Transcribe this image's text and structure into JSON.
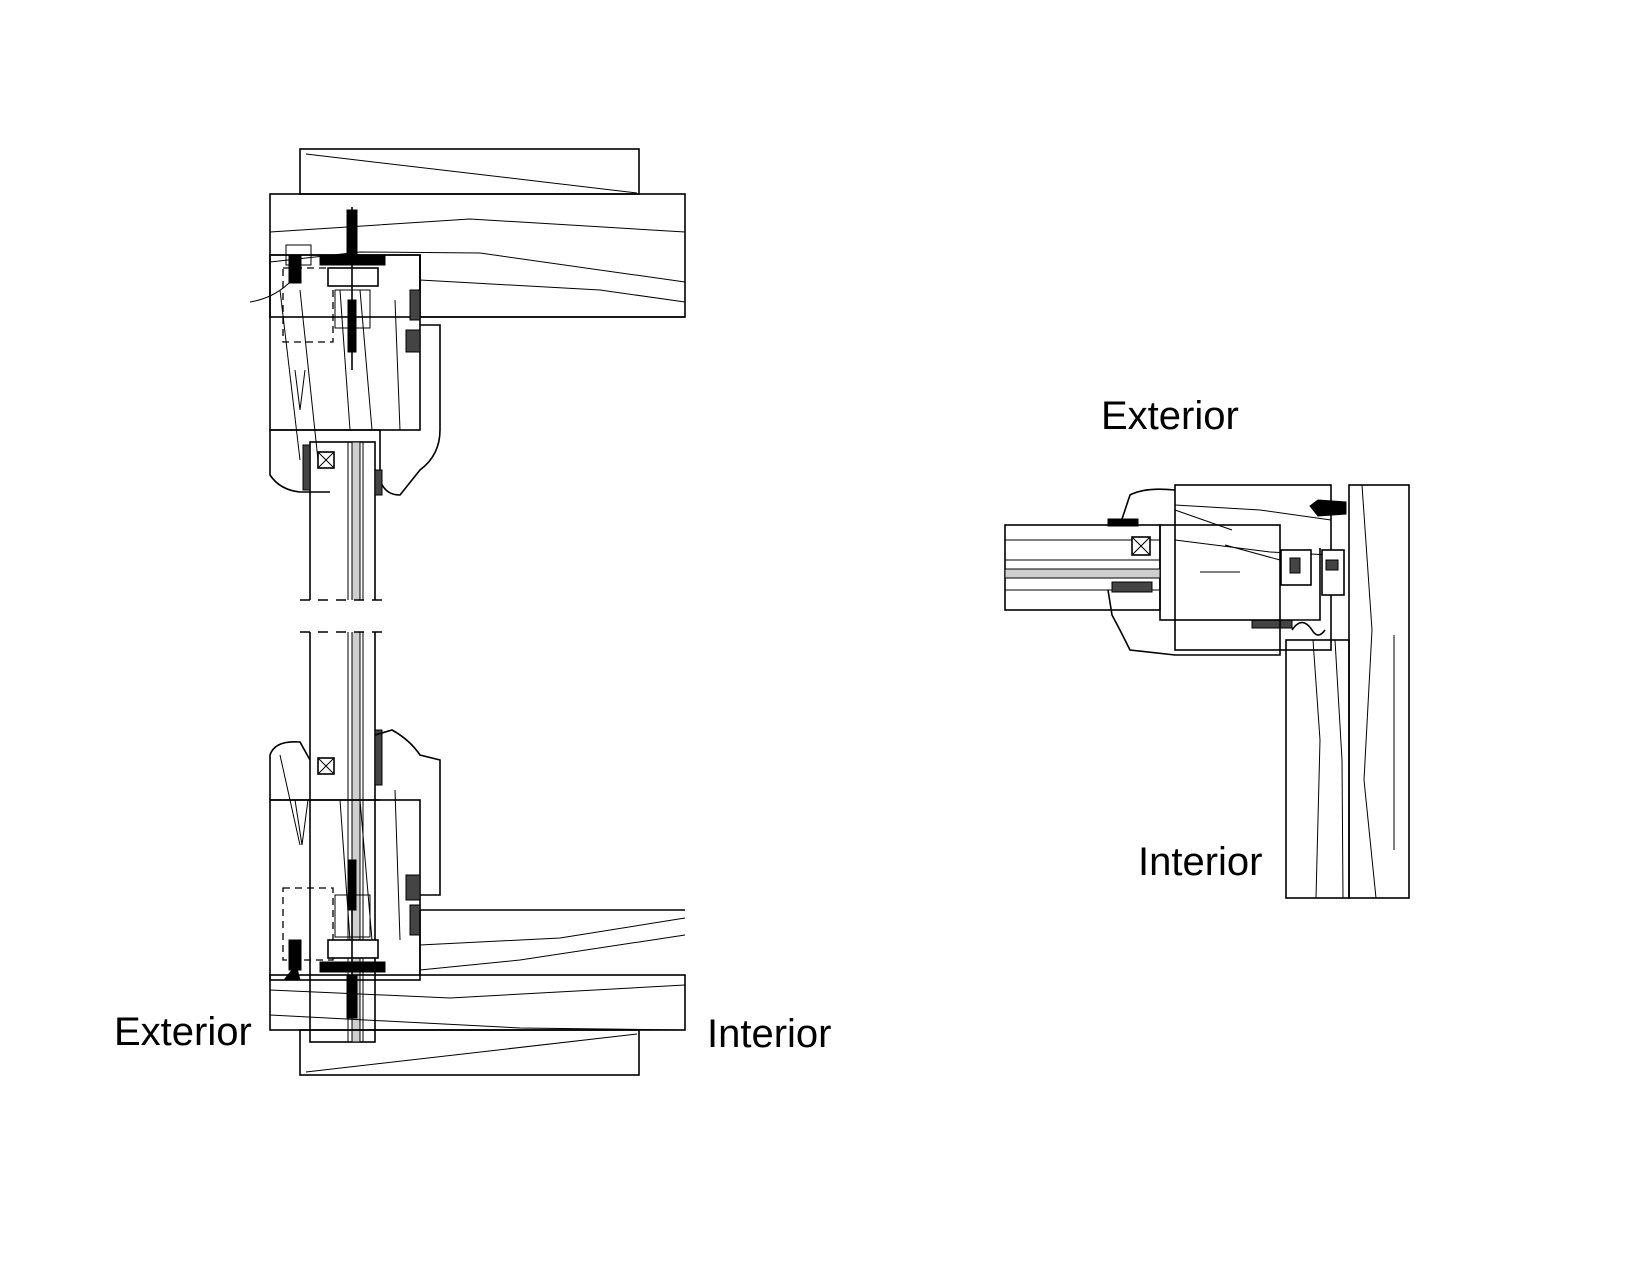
{
  "labels": {
    "section_vertical": {
      "exterior": "Exterior",
      "interior": "Interior"
    },
    "section_horizontal": {
      "exterior": "Exterior",
      "interior": "Interior"
    }
  },
  "colors": {
    "line": "#000000",
    "background": "#ffffff"
  }
}
